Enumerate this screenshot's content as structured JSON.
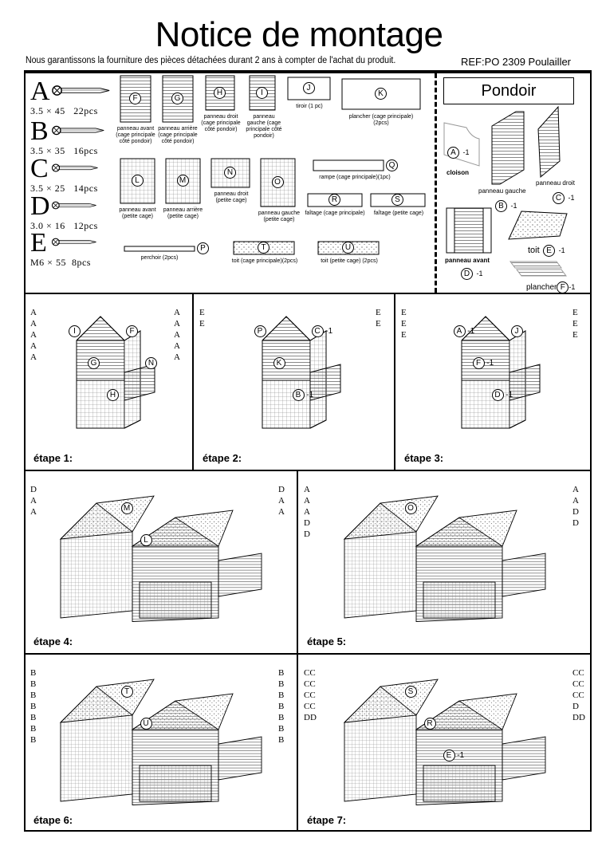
{
  "header": {
    "title": "Notice de montage",
    "guarantee": "Nous garantissons la fourniture des pièces détachées durant 2 ans à compter de l'achat du produit.",
    "ref": "REF:PO 2309 Poulailler"
  },
  "screws": [
    {
      "letter": "A",
      "size": "3.5 × 45",
      "qty": "22pcs"
    },
    {
      "letter": "B",
      "size": "3.5 × 35",
      "qty": "16pcs"
    },
    {
      "letter": "C",
      "size": "3.5 × 25",
      "qty": "14pcs"
    },
    {
      "letter": "D",
      "size": "3.0 × 16",
      "qty": "12pcs"
    },
    {
      "letter": "E",
      "size": "M6 × 55",
      "qty": "8pcs"
    }
  ],
  "parts": {
    "F": {
      "id": "F",
      "label": "panneau avant (cage principale côté pondoir)"
    },
    "G": {
      "id": "G",
      "label": "panneau arrière (cage principale côté pondoir)"
    },
    "H": {
      "id": "H",
      "label": "panneau droit (cage principale côté pondoir)"
    },
    "I": {
      "id": "I",
      "label": "panneau gauche (cage principale côté pondoir)"
    },
    "J": {
      "id": "J",
      "label": "tiroir (1 pc)"
    },
    "K": {
      "id": "K",
      "label": "plancher (cage principale) (2pcs)"
    },
    "L": {
      "id": "L",
      "label": "panneau avant (petite cage)"
    },
    "M": {
      "id": "M",
      "label": "panneau arrière (petite cage)"
    },
    "N": {
      "id": "N",
      "label": "panneau droit (petite cage)"
    },
    "O": {
      "id": "O",
      "label": "panneau gauche (petite cage)"
    },
    "Q": {
      "id": "Q",
      "label": "rampe (cage principale)(1pc)"
    },
    "R": {
      "id": "R",
      "label": "faîtage (cage principale)"
    },
    "S": {
      "id": "S",
      "label": "faîtage (petite cage)"
    },
    "P": {
      "id": "P",
      "label": "perchoir (2pcs)"
    },
    "T": {
      "id": "T",
      "label": "toit (cage principale)(2pcs)"
    },
    "U": {
      "id": "U",
      "label": "toit (petite cage) (2pcs)"
    }
  },
  "pondoir": {
    "title": "Pondoir",
    "cloison": {
      "id": "A",
      "qty": "-1",
      "label": "cloison"
    },
    "gauche": {
      "id": "B",
      "qty": "-1",
      "label": "panneau gauche"
    },
    "droit": {
      "id": "C",
      "qty": "-1",
      "label": "panneau droit"
    },
    "avant": {
      "id": "D",
      "qty": "-1",
      "label": "panneau avant"
    },
    "toit": {
      "id": "E",
      "qty": "-1",
      "label": "toit"
    },
    "plancher": {
      "id": "F",
      "qty": "-1",
      "label": "plancher"
    }
  },
  "steps": [
    {
      "label": "étape 1:",
      "parts": [
        "I",
        "G",
        "H",
        "F",
        "N"
      ],
      "callouts": [
        "A",
        "A",
        "A",
        "A",
        "A",
        "A",
        "A",
        "A",
        "A",
        "A"
      ]
    },
    {
      "label": "étape 2:",
      "parts": [
        "P",
        "K",
        "B -1",
        "C -1"
      ],
      "callouts": [
        "E",
        "E",
        "E",
        "E"
      ]
    },
    {
      "label": "étape 3:",
      "parts": [
        "A -1",
        "F -1",
        "D -1",
        "J"
      ],
      "callouts": [
        "E",
        "E",
        "E",
        "E",
        "E",
        "E"
      ]
    },
    {
      "label": "étape 4:",
      "parts": [
        "M",
        "L"
      ],
      "callouts": [
        "D",
        "D",
        "A",
        "A",
        "A",
        "A"
      ]
    },
    {
      "label": "étape 5:",
      "parts": [
        "O"
      ],
      "callouts": [
        "A",
        "A",
        "A",
        "A",
        "A",
        "D",
        "D",
        "D",
        "D"
      ]
    },
    {
      "label": "étape 6:",
      "parts": [
        "T",
        "U"
      ],
      "callouts": [
        "B",
        "B",
        "B",
        "B",
        "B",
        "B",
        "B",
        "B",
        "B",
        "B",
        "B",
        "B",
        "B",
        "B"
      ]
    },
    {
      "label": "étape 7:",
      "parts": [
        "S",
        "R",
        "E -1"
      ],
      "callouts": [
        "CC",
        "CC",
        "CC",
        "CC",
        "CC",
        "CC",
        "CC",
        "D",
        "DD",
        "DD"
      ]
    }
  ]
}
